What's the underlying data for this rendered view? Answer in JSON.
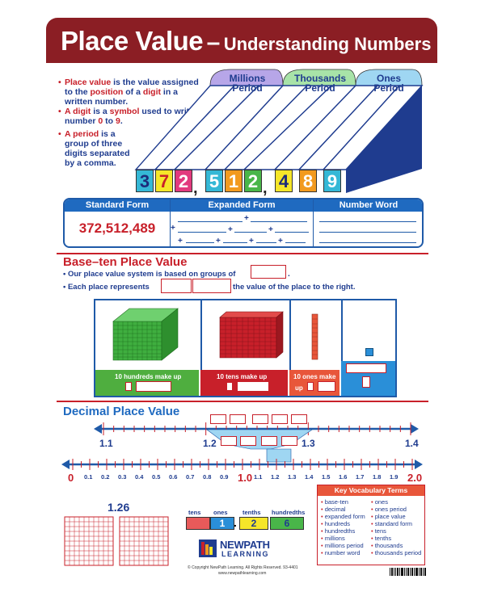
{
  "title": {
    "main": "Place Value",
    "dash": "–",
    "sub": "Understanding Numbers"
  },
  "bullets": [
    {
      "red": "Place value",
      "text": " is the value assigned to the ",
      "red2": "position",
      "text2": " of a ",
      "red3": "digit",
      "text3": " in a written number."
    },
    {
      "red": "A digit",
      "text": " is a ",
      "red2": "symbol",
      "text2": " used to write a number ",
      "red3": "0",
      "text3": " to ",
      "red4": "9",
      "text4": "."
    },
    {
      "red": "A period",
      "text": " is a group of three digits separated by a comma.",
      "red2": "",
      "text2": ""
    }
  ],
  "periods": [
    {
      "line1": "Millions",
      "line2": "Period",
      "color": "#b7a6e8"
    },
    {
      "line1": "Thousands",
      "line2": "Period",
      "color": "#a8e3a8"
    },
    {
      "line1": "Ones",
      "line2": "Period",
      "color": "#9fd6f2"
    }
  ],
  "digits": [
    {
      "d": "3",
      "bg": "#35b8d6",
      "fg": "#1d2b7a"
    },
    {
      "d": "7",
      "bg": "#f6e629",
      "fg": "#c8202a"
    },
    {
      "d": "2",
      "bg": "#e23a7e",
      "fg": "#ffffff"
    },
    {
      "d": "5",
      "bg": "#35b8d6",
      "fg": "#ffffff"
    },
    {
      "d": "1",
      "bg": "#f29a1f",
      "fg": "#ffffff"
    },
    {
      "d": "2",
      "bg": "#49b649",
      "fg": "#ffffff"
    },
    {
      "d": "4",
      "bg": "#f6e629",
      "fg": "#1d2b7a"
    },
    {
      "d": "8",
      "bg": "#f29a1f",
      "fg": "#ffffff"
    },
    {
      "d": "9",
      "bg": "#35b8d6",
      "fg": "#ffffff"
    }
  ],
  "forms": {
    "standard_header": "Standard Form",
    "expanded_header": "Expanded Form",
    "word_header": "Number Word",
    "standard_value": "372,512,489",
    "plus": "+"
  },
  "base_ten": {
    "title": "Base–ten Place Value",
    "line1": "Our place value system is based on groups of",
    "line1_end": ".",
    "line2": "Each place represents",
    "line2_end": "the value of the place to the right.",
    "panels": [
      {
        "label": "10 hundreds make up",
        "color": "#4fae3f"
      },
      {
        "label": "10 tens make up",
        "color": "#c8202a"
      },
      {
        "label": "10 ones make",
        "label2": "up",
        "color": "#e8563a"
      },
      {
        "label": "",
        "color": "#2a8fd8"
      }
    ]
  },
  "decimal": {
    "title": "Decimal Place Value",
    "top_left": "1.1",
    "top_mid1": "1.2",
    "top_mid2": "1.3",
    "top_right": "1.4",
    "bottom_labels": [
      "0",
      "0.1",
      "0.2",
      "0.3",
      "0.4",
      "0.5",
      "0.6",
      "0.7",
      "0.8",
      "0.9",
      "1.0",
      "1.1",
      "1.2",
      "1.3",
      "1.4",
      "1.5",
      "1.6",
      "1.7",
      "1.8",
      "1.9",
      "2.0"
    ]
  },
  "grids": {
    "label": "1.26"
  },
  "place_chart": {
    "headers": [
      "tens",
      "ones",
      "tenths",
      "hundredths"
    ],
    "values": [
      "",
      "1",
      "2",
      "6"
    ],
    "dot": "."
  },
  "vocab": {
    "title": "Key Vocabulary Terms",
    "col1": [
      "base-ten",
      "decimal",
      "expanded form",
      "hundreds",
      "hundredths",
      "millions",
      "millions period",
      "number word"
    ],
    "col2": [
      "ones",
      "ones period",
      "place value",
      "standard form",
      "tens",
      "tenths",
      "thousands",
      "thousands period"
    ]
  },
  "logo": {
    "brand_line1": "NEWPATH",
    "brand_line2": "LEARNING"
  },
  "copyright": {
    "line1": "© Copyright NewPath Learning. All Rights Reserved. 93-4401",
    "line2": "www.newpathlearning.com"
  },
  "colors": {
    "maroon": "#8b1e24",
    "blue": "#1f5aa8",
    "red": "#c8202a",
    "navy": "#1f3c8f"
  }
}
